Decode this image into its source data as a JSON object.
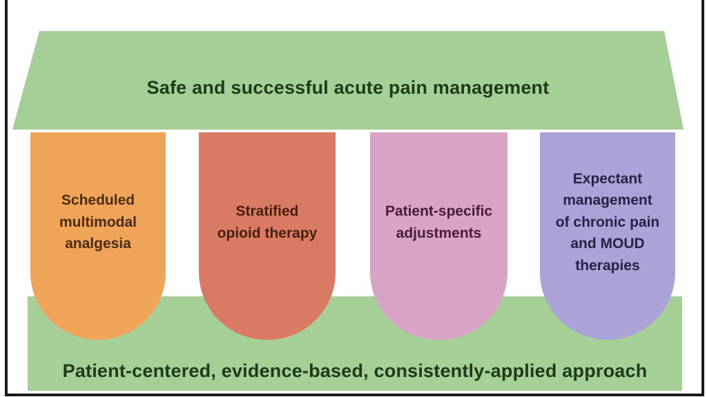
{
  "background": "#ffffff",
  "frame": {
    "color": "#1a1a1a"
  },
  "roof": {
    "label": "Safe and successful acute pain management",
    "fill": "#a6cf97",
    "text_color": "#1d3a19"
  },
  "pillars": [
    {
      "label": "Scheduled\nmultimodal\nanalgesia",
      "fill": "#f0a45a",
      "text_color": "#4b2c10"
    },
    {
      "label": "Stratified\nopioid therapy",
      "fill": "#d97b62",
      "text_color": "#471f0e"
    },
    {
      "label": "Patient-specific\nadjustments",
      "fill": "#d8a3c4",
      "text_color": "#471e38"
    },
    {
      "label": "Expectant\nmanagement\nof chronic pain\nand MOUD\ntherapies",
      "fill": "#aba3d7",
      "text_color": "#2a2144"
    }
  ],
  "base": {
    "label": "Patient-centered, evidence-based, consistently-applied approach",
    "fill": "#a6cf97",
    "text_color": "#1d3a19"
  }
}
